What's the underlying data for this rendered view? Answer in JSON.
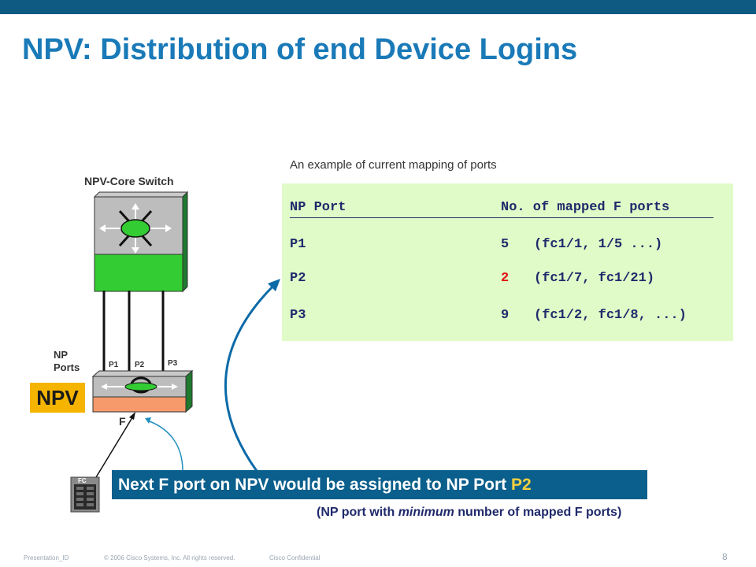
{
  "slide": {
    "title": "NPV: Distribution of end Device Logins",
    "caption": "An example of current mapping of ports",
    "page_number": "8"
  },
  "table": {
    "header_col1": "NP Port",
    "header_col2": "No. of mapped F ports",
    "rows": [
      {
        "port": "P1",
        "count": "5",
        "ports": "(fc1/1, 1/5 ...)",
        "highlight": false
      },
      {
        "port": "P2",
        "count": "2",
        "ports": "(fc1/7, fc1/21)",
        "highlight": true
      },
      {
        "port": "P3",
        "count": "9",
        "ports": "(fc1/2, fc1/8, ...)",
        "highlight": false
      }
    ]
  },
  "diagram": {
    "core_switch_label": "NPV-Core Switch",
    "np_ports_label_line1": "NP",
    "np_ports_label_line2": "Ports",
    "port_labels": [
      "P1",
      "P2",
      "P3"
    ],
    "npv_label": "NPV",
    "f_label": "F",
    "device_label": "FC"
  },
  "banner": {
    "text_prefix": "Next F port on NPV would be assigned to NP Port ",
    "text_highlight": "P2"
  },
  "note": {
    "part1": "(NP port with ",
    "italic": "minimum",
    "part2": " number of mapped F ports)"
  },
  "footer": {
    "presentation_id": "Presentation_ID",
    "copyright": "© 2006 Cisco Systems, Inc. All rights reserved.",
    "confidential": "Cisco Confidential"
  },
  "colors": {
    "title": "#1a7ab8",
    "banner": "#0b5f8c",
    "table_bg": "#e1fbc8",
    "highlight": "#e01010",
    "npv_badge": "#f4b400"
  }
}
